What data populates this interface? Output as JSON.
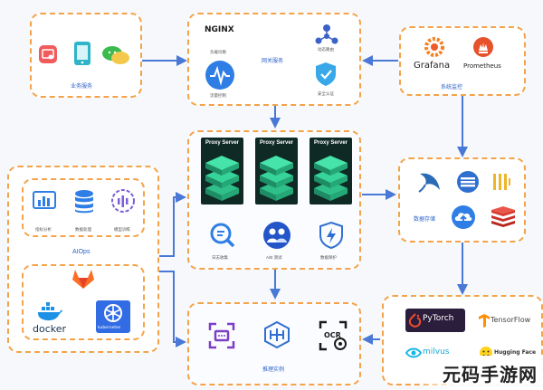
{
  "business": {
    "label": "业务服务"
  },
  "gateway": {
    "brand": "NGINX",
    "label": "网关服务",
    "items": [
      "负载均衡",
      "动态路由",
      "流量控制",
      "安全认证"
    ]
  },
  "monitor": {
    "label": "系统监控",
    "grafana": "Grafana",
    "prometheus": "Prometheus"
  },
  "proxy": {
    "titles": [
      "Proxy Server",
      "Proxy Server",
      "Proxy Server"
    ],
    "features": [
      "日志收集",
      "A/B 测试",
      "数据保护"
    ]
  },
  "aiops": {
    "label": "AIOps",
    "items": [
      "指标分析",
      "数据处理",
      "模型训练"
    ],
    "docker": "docker",
    "kubernetes": "kubernetes"
  },
  "storage": {
    "label": "数据存储"
  },
  "frameworks": {
    "pytorch": "PyTorch",
    "tensorflow": "TensorFlow",
    "milvus": "milvus",
    "huggingface": "Hugging Face"
  },
  "inference": {
    "label": "推理实例",
    "ocr": "OCR"
  },
  "watermark": "元码手游网",
  "colors": {
    "dash": "#f3a34a",
    "arrow": "#4a78d6",
    "accent": "#2f63c8",
    "proxy_bg": "#0f2a24",
    "proxy_green": "#2fbf8a"
  }
}
